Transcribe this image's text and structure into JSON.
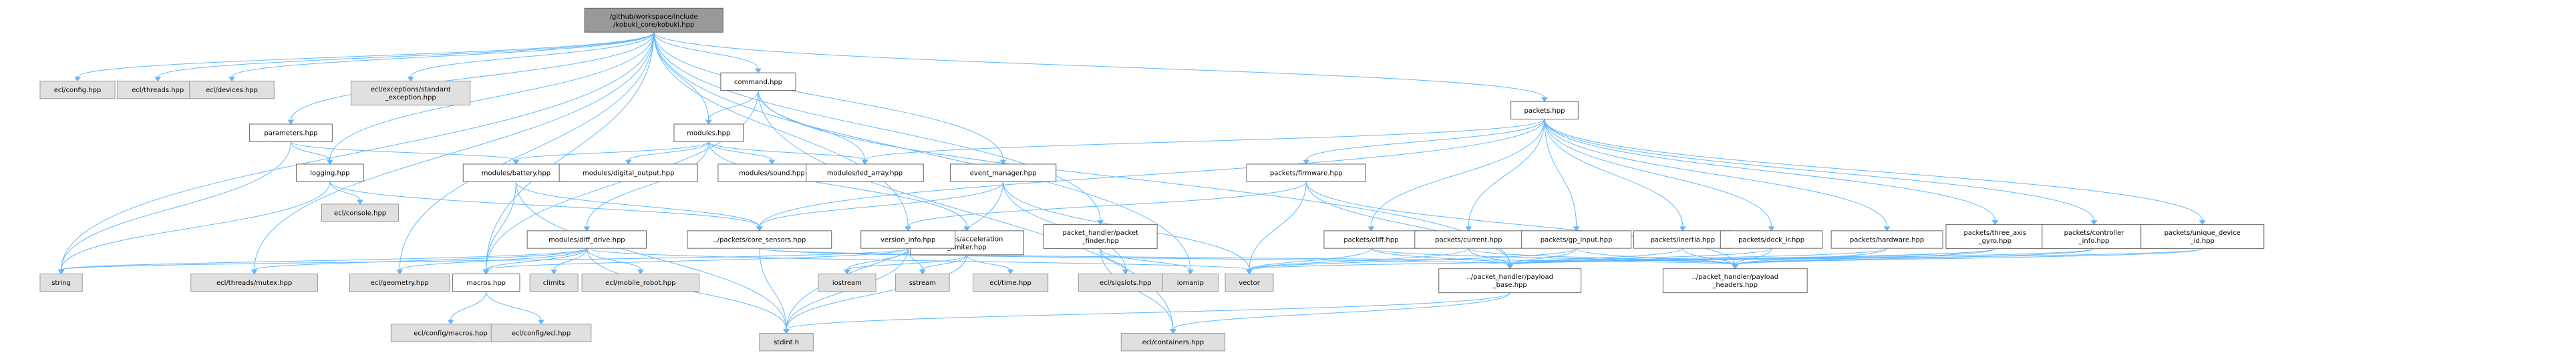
{
  "colors": {
    "edge": "#63b8ff",
    "root_fill": "#999999",
    "system_fill": "#e0e0e0",
    "local_fill": "#ffffff",
    "border": "#666666"
  },
  "nodes": [
    {
      "id": "root",
      "kind": "root",
      "lines": [
        "/github/workspace/include",
        "/kobuki_core/kobuki.hpp"
      ]
    },
    {
      "id": "ecl_config",
      "kind": "system",
      "lines": [
        "ecl/config.hpp"
      ]
    },
    {
      "id": "ecl_threads",
      "kind": "system",
      "lines": [
        "ecl/threads.hpp"
      ]
    },
    {
      "id": "ecl_devices",
      "kind": "system",
      "lines": [
        "ecl/devices.hpp"
      ]
    },
    {
      "id": "ecl_exceptions",
      "kind": "system",
      "lines": [
        "ecl/exceptions/standard",
        "_exception.hpp"
      ]
    },
    {
      "id": "command",
      "kind": "local",
      "lines": [
        "command.hpp"
      ]
    },
    {
      "id": "packets",
      "kind": "local",
      "lines": [
        "packets.hpp"
      ]
    },
    {
      "id": "parameters",
      "kind": "local",
      "lines": [
        "parameters.hpp"
      ]
    },
    {
      "id": "modules",
      "kind": "local",
      "lines": [
        "modules.hpp"
      ]
    },
    {
      "id": "logging",
      "kind": "local",
      "lines": [
        "logging.hpp"
      ]
    },
    {
      "id": "battery",
      "kind": "local",
      "lines": [
        "modules/battery.hpp"
      ]
    },
    {
      "id": "digital_output",
      "kind": "local",
      "lines": [
        "modules/digital_output.hpp"
      ]
    },
    {
      "id": "sound",
      "kind": "local",
      "lines": [
        "modules/sound.hpp"
      ]
    },
    {
      "id": "led_array",
      "kind": "local",
      "lines": [
        "modules/led_array.hpp"
      ]
    },
    {
      "id": "event_manager",
      "kind": "local",
      "lines": [
        "event_manager.hpp"
      ]
    },
    {
      "id": "firmware",
      "kind": "local",
      "lines": [
        "packets/firmware.hpp"
      ]
    },
    {
      "id": "console",
      "kind": "system",
      "lines": [
        "ecl/console.hpp"
      ]
    },
    {
      "id": "diff_drive",
      "kind": "local",
      "lines": [
        "modules/diff_drive.hpp"
      ]
    },
    {
      "id": "core_sensors",
      "kind": "local",
      "lines": [
        "../packets/core_sensors.hpp"
      ]
    },
    {
      "id": "accel_limiter",
      "kind": "local",
      "lines": [
        "modules/acceleration",
        "_limiter.hpp"
      ]
    },
    {
      "id": "packet_finder",
      "kind": "local",
      "lines": [
        "packet_handler/packet",
        "_finder.hpp"
      ]
    },
    {
      "id": "version_info",
      "kind": "local",
      "lines": [
        "version_info.hpp"
      ]
    },
    {
      "id": "cliff",
      "kind": "local",
      "lines": [
        "packets/cliff.hpp"
      ]
    },
    {
      "id": "current",
      "kind": "local",
      "lines": [
        "packets/current.hpp"
      ]
    },
    {
      "id": "gp_input",
      "kind": "local",
      "lines": [
        "packets/gp_input.hpp"
      ]
    },
    {
      "id": "inertia",
      "kind": "local",
      "lines": [
        "packets/inertia.hpp"
      ]
    },
    {
      "id": "dock_ir",
      "kind": "local",
      "lines": [
        "packets/dock_ir.hpp"
      ]
    },
    {
      "id": "hardware",
      "kind": "local",
      "lines": [
        "packets/hardware.hpp"
      ]
    },
    {
      "id": "three_axis",
      "kind": "local",
      "lines": [
        "packets/three_axis",
        "_gyro.hpp"
      ]
    },
    {
      "id": "controller_info",
      "kind": "local",
      "lines": [
        "packets/controller",
        "_info.hpp"
      ]
    },
    {
      "id": "unique_device",
      "kind": "local",
      "lines": [
        "packets/unique_device",
        "_id.hpp"
      ]
    },
    {
      "id": "string",
      "kind": "system",
      "lines": [
        "string"
      ]
    },
    {
      "id": "mutex",
      "kind": "system",
      "lines": [
        "ecl/threads/mutex.hpp"
      ]
    },
    {
      "id": "ecl_geometry",
      "kind": "system",
      "lines": [
        "ecl/geometry.hpp"
      ]
    },
    {
      "id": "macros",
      "kind": "local",
      "lines": [
        "macros.hpp"
      ]
    },
    {
      "id": "climits",
      "kind": "system",
      "lines": [
        "climits"
      ]
    },
    {
      "id": "mobile_robot",
      "kind": "system",
      "lines": [
        "ecl/mobile_robot.hpp"
      ]
    },
    {
      "id": "iostream",
      "kind": "system",
      "lines": [
        "iostream"
      ]
    },
    {
      "id": "sstream",
      "kind": "system",
      "lines": [
        "sstream"
      ]
    },
    {
      "id": "ecl_time",
      "kind": "system",
      "lines": [
        "ecl/time.hpp"
      ]
    },
    {
      "id": "sigslots",
      "kind": "system",
      "lines": [
        "ecl/sigslots.hpp"
      ]
    },
    {
      "id": "iomanip",
      "kind": "system",
      "lines": [
        "iomanip"
      ]
    },
    {
      "id": "vector",
      "kind": "system",
      "lines": [
        "vector"
      ]
    },
    {
      "id": "payload_base",
      "kind": "local",
      "lines": [
        "../packet_handler/payload",
        "_base.hpp"
      ]
    },
    {
      "id": "payload_headers",
      "kind": "local",
      "lines": [
        "../packet_handler/payload",
        "_headers.hpp"
      ]
    },
    {
      "id": "config_macros",
      "kind": "system",
      "lines": [
        "ecl/config/macros.hpp"
      ]
    },
    {
      "id": "config_ecl",
      "kind": "system",
      "lines": [
        "ecl/config/ecl.hpp"
      ]
    },
    {
      "id": "stdint",
      "kind": "system",
      "lines": [
        "stdint.h"
      ]
    },
    {
      "id": "containers",
      "kind": "system",
      "lines": [
        "ecl/containers.hpp"
      ]
    }
  ],
  "edges": [
    [
      "root",
      "ecl_config"
    ],
    [
      "root",
      "ecl_threads"
    ],
    [
      "root",
      "ecl_devices"
    ],
    [
      "root",
      "ecl_exceptions"
    ],
    [
      "root",
      "command"
    ],
    [
      "root",
      "packets"
    ],
    [
      "root",
      "parameters"
    ],
    [
      "root",
      "modules"
    ],
    [
      "root",
      "logging"
    ],
    [
      "root",
      "event_manager"
    ],
    [
      "root",
      "packet_finder"
    ],
    [
      "root",
      "string"
    ],
    [
      "root",
      "mutex"
    ],
    [
      "root",
      "ecl_geometry"
    ],
    [
      "root",
      "macros"
    ],
    [
      "root",
      "iomanip"
    ],
    [
      "root",
      "version_info"
    ],
    [
      "command",
      "modules"
    ],
    [
      "command",
      "led_array"
    ],
    [
      "command",
      "payload_base"
    ],
    [
      "command",
      "macros"
    ],
    [
      "command",
      "containers"
    ],
    [
      "parameters",
      "battery"
    ],
    [
      "parameters",
      "logging"
    ],
    [
      "parameters",
      "string"
    ],
    [
      "logging",
      "console"
    ],
    [
      "logging",
      "string"
    ],
    [
      "logging",
      "core_sensors"
    ],
    [
      "modules",
      "battery"
    ],
    [
      "modules",
      "digital_output"
    ],
    [
      "modules",
      "sound"
    ],
    [
      "modules",
      "led_array"
    ],
    [
      "modules",
      "diff_drive"
    ],
    [
      "modules",
      "accel_limiter"
    ],
    [
      "battery",
      "core_sensors"
    ],
    [
      "battery",
      "macros"
    ],
    [
      "battery",
      "stdint"
    ],
    [
      "event_manager",
      "core_sensors"
    ],
    [
      "event_manager",
      "sigslots"
    ],
    [
      "event_manager",
      "stdint"
    ],
    [
      "event_manager",
      "vector"
    ],
    [
      "packets",
      "firmware"
    ],
    [
      "packets",
      "cliff"
    ],
    [
      "packets",
      "current"
    ],
    [
      "packets",
      "gp_input"
    ],
    [
      "packets",
      "inertia"
    ],
    [
      "packets",
      "dock_ir"
    ],
    [
      "packets",
      "hardware"
    ],
    [
      "packets",
      "three_axis"
    ],
    [
      "packets",
      "controller_info"
    ],
    [
      "packets",
      "unique_device"
    ],
    [
      "packets",
      "core_sensors"
    ],
    [
      "packets",
      "led_array"
    ],
    [
      "firmware",
      "version_info"
    ],
    [
      "firmware",
      "vector"
    ],
    [
      "firmware",
      "payload_base"
    ],
    [
      "firmware",
      "payload_headers"
    ],
    [
      "diff_drive",
      "string"
    ],
    [
      "diff_drive",
      "mutex"
    ],
    [
      "diff_drive",
      "ecl_geometry"
    ],
    [
      "diff_drive",
      "macros"
    ],
    [
      "diff_drive",
      "climits"
    ],
    [
      "diff_drive",
      "mobile_robot"
    ],
    [
      "diff_drive",
      "stdint"
    ],
    [
      "diff_drive",
      "vector"
    ],
    [
      "core_sensors",
      "payload_base"
    ],
    [
      "core_sensors",
      "stdint"
    ],
    [
      "core_sensors",
      "payload_headers"
    ],
    [
      "accel_limiter",
      "iostream"
    ],
    [
      "accel_limiter",
      "sstream"
    ],
    [
      "accel_limiter",
      "ecl_time"
    ],
    [
      "accel_limiter",
      "stdint"
    ],
    [
      "packet_finder",
      "sigslots"
    ],
    [
      "packet_finder",
      "iomanip"
    ],
    [
      "packet_finder",
      "containers"
    ],
    [
      "version_info",
      "string"
    ],
    [
      "version_info",
      "iostream"
    ],
    [
      "version_info",
      "sstream"
    ],
    [
      "version_info",
      "stdint"
    ],
    [
      "version_info",
      "macros"
    ],
    [
      "cliff",
      "vector"
    ],
    [
      "cliff",
      "payload_base"
    ],
    [
      "cliff",
      "payload_headers"
    ],
    [
      "current",
      "vector"
    ],
    [
      "current",
      "payload_base"
    ],
    [
      "current",
      "payload_headers"
    ],
    [
      "gp_input",
      "vector"
    ],
    [
      "gp_input",
      "payload_base"
    ],
    [
      "gp_input",
      "payload_headers"
    ],
    [
      "inertia",
      "payload_base"
    ],
    [
      "inertia",
      "payload_headers"
    ],
    [
      "dock_ir",
      "payload_base"
    ],
    [
      "dock_ir",
      "payload_headers"
    ],
    [
      "hardware",
      "payload_base"
    ],
    [
      "hardware",
      "payload_headers"
    ],
    [
      "three_axis",
      "vector"
    ],
    [
      "three_axis",
      "payload_base"
    ],
    [
      "three_axis",
      "payload_headers"
    ],
    [
      "controller_info",
      "payload_base"
    ],
    [
      "controller_info",
      "payload_headers"
    ],
    [
      "unique_device",
      "payload_base"
    ],
    [
      "unique_device",
      "payload_headers"
    ],
    [
      "payload_base",
      "stdint"
    ],
    [
      "payload_base",
      "containers"
    ],
    [
      "macros",
      "config_macros"
    ],
    [
      "macros",
      "config_ecl"
    ]
  ]
}
